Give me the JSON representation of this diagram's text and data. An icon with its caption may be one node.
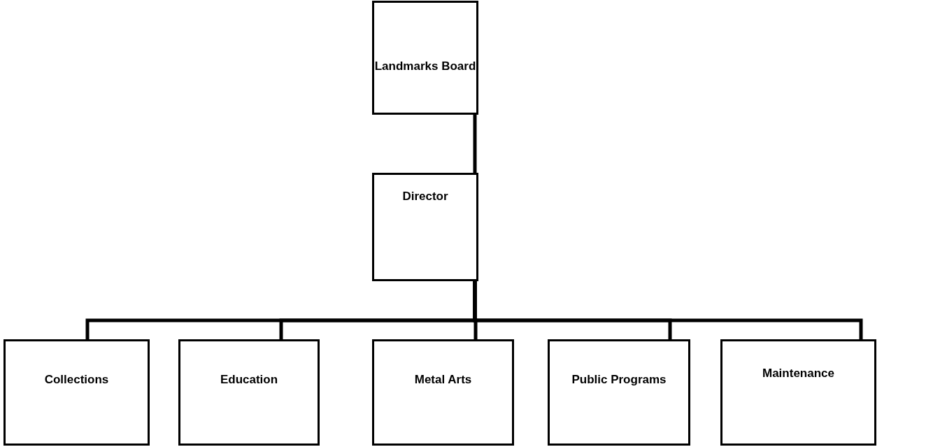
{
  "diagram": {
    "nodes": [
      {
        "text": [
          "Landmarks Board"
        ]
      },
      {
        "text": [
          "Director"
        ]
      },
      {
        "text": [
          "Collections"
        ]
      },
      {
        "text": [
          "Education"
        ]
      },
      {
        "text": [
          "Metal Arts"
        ]
      },
      {
        "text": [
          "Public Programs"
        ]
      },
      {
        "text": [
          "Maintenance"
        ]
      }
    ],
    "edges": [
      {
        "from": 0,
        "to": 1,
        "arrow": "none"
      },
      {
        "from": 1,
        "to": 2,
        "arrow": "none"
      },
      {
        "from": 1,
        "to": 3,
        "arrow": "none"
      },
      {
        "from": 1,
        "to": 4,
        "arrow": "none"
      },
      {
        "from": 1,
        "to": 5,
        "arrow": "none"
      },
      {
        "from": 1,
        "to": 6,
        "arrow": "none"
      }
    ]
  }
}
